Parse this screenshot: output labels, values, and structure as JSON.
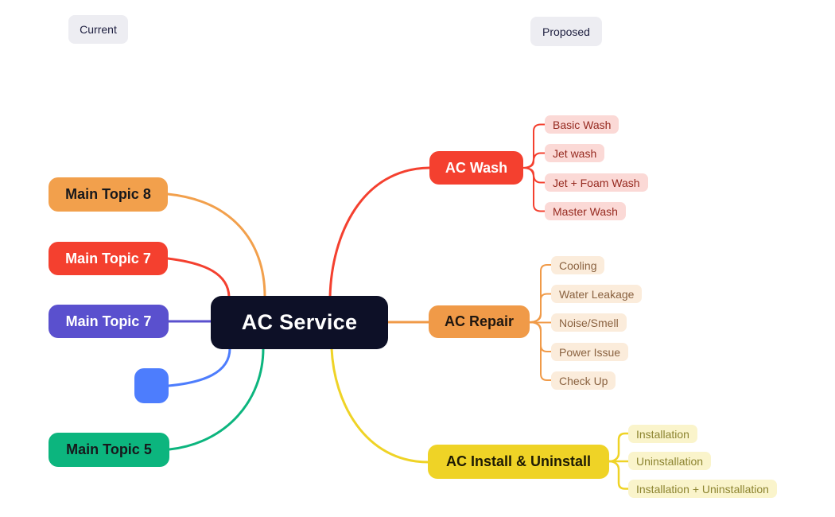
{
  "annotations": {
    "current_label": "Current",
    "proposed_label": "Proposed",
    "tag_bg": "#EDEDF2",
    "tag_text": "#1D1E3F"
  },
  "colors": {
    "background": "#FFFFFF",
    "red": "#F4402F",
    "orange": "#F09A48",
    "yellow": "#EFD326",
    "green": "#0CB57E",
    "purple": "#5A50CE",
    "blue": "#4D7DFD",
    "dark_navy": "#0D1027"
  },
  "mindmap": {
    "root": {
      "label": "AC Service",
      "color": "#0D1027",
      "text_color": "#FFFFFF"
    },
    "left_branches": [
      {
        "id": "main-topic-8",
        "label": "Main Topic 8",
        "color": "#F2A04C",
        "text_color": "#17181C"
      },
      {
        "id": "main-topic-7-red",
        "label": "Main Topic 7",
        "color": "#F4402F",
        "text_color": "#FFFFFF"
      },
      {
        "id": "main-topic-7-purple",
        "label": "Main Topic 7",
        "color": "#5A50CE",
        "text_color": "#FFFFFF"
      },
      {
        "id": "empty-node",
        "label": "",
        "color": "#4D7DFD",
        "text_color": "#FFFFFF"
      },
      {
        "id": "main-topic-5",
        "label": "Main Topic 5",
        "color": "#0CB57E",
        "text_color": "#17181C"
      }
    ],
    "right_branches": [
      {
        "id": "ac-wash",
        "label": "AC Wash",
        "color": "#F4402F",
        "text_color": "#FFFFFF",
        "children_bg": "#FBD9D6",
        "children_text": "#962A20",
        "children": [
          "Basic Wash",
          "Jet wash",
          "Jet + Foam Wash",
          "Master Wash"
        ]
      },
      {
        "id": "ac-repair",
        "label": "AC Repair",
        "color": "#F09A48",
        "text_color": "#201710",
        "children_bg": "#FBECDB",
        "children_text": "#8A6240",
        "children": [
          "Cooling",
          "Water Leakage",
          "Noise/Smell",
          "Power Issue",
          "Check Up"
        ]
      },
      {
        "id": "ac-install",
        "label": "AC Install & Uninstall",
        "color": "#EFD326",
        "text_color": "#1E1B04",
        "children_bg": "#FAF4CB",
        "children_text": "#8C8430",
        "children": [
          "Installation",
          "Uninstallation",
          "Installation + Uninstallation"
        ]
      }
    ]
  }
}
